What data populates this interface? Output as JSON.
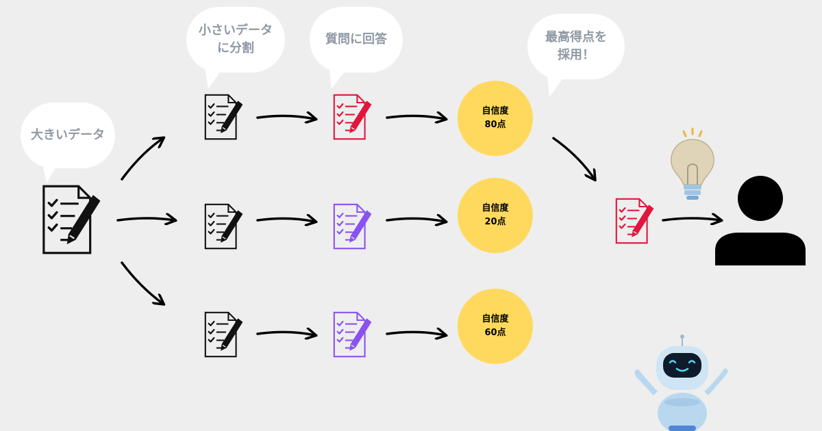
{
  "bubbles": {
    "big_data": "大きいデータ",
    "split": "小さいデータ\nに分割",
    "answer": "質問に回答",
    "adopt": "最高得点を\n採用！"
  },
  "badges": [
    {
      "label": "自信度",
      "score": "80点"
    },
    {
      "label": "自信度",
      "score": "20点"
    },
    {
      "label": "自信度",
      "score": "60点"
    }
  ],
  "colors": {
    "background": "#eeeeee",
    "bubble": "#ffffff",
    "bubble_text": "#8f98a3",
    "badge": "#ffd95e",
    "doc_black": "#111111",
    "doc_red": "#e0163c",
    "doc_purple": "#8a52f0",
    "robot": "#b9d8f0",
    "bulb": "#e0d4b8",
    "bulb_rays": "#f0b33c"
  },
  "icons": {
    "document": "checklist-document-pen-icon",
    "person": "user-silhouette-icon",
    "bulb": "light-bulb-icon",
    "robot": "robot-icon"
  }
}
